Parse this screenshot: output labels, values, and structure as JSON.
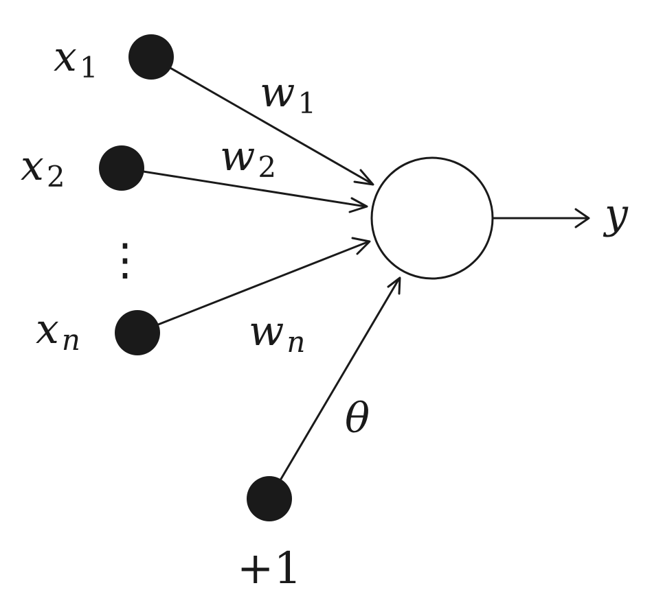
{
  "diagram": {
    "inputs": [
      {
        "symbol": "x",
        "index": "1",
        "weight_symbol": "w",
        "weight_index": "1"
      },
      {
        "symbol": "x",
        "index": "2",
        "weight_symbol": "w",
        "weight_index": "2"
      },
      {
        "symbol": "x",
        "index": "n",
        "weight_symbol": "w",
        "weight_index": "n"
      }
    ],
    "ellipsis": "⋮",
    "bias": {
      "value": "+1",
      "weight": "θ"
    },
    "output": "y"
  }
}
